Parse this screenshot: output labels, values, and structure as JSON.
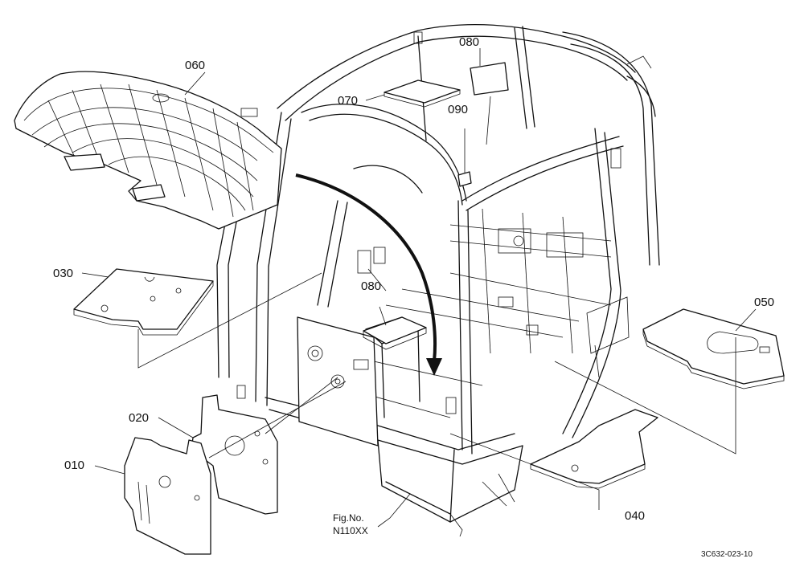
{
  "parts": {
    "p010": "010",
    "p020": "020",
    "p030": "030",
    "p040": "040",
    "p050": "050",
    "p060": "060",
    "p070": "070",
    "p080a": "080",
    "p080b": "080",
    "p090": "090"
  },
  "figure": {
    "fig_label": "Fig.No.",
    "fig_number": "N110XX",
    "drawing_code": "3C632-023-10"
  }
}
